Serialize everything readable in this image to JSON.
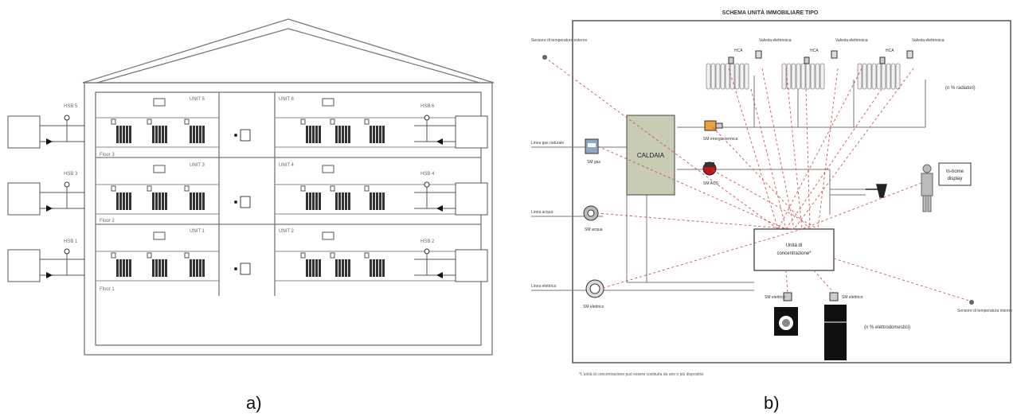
{
  "panel_a": {
    "caption": "a)",
    "hsubs": {
      "left": [
        "HSB 5",
        "HSB 3",
        "HSB 1"
      ],
      "right": [
        "HSB 6",
        "HSB 4",
        "HSB 2"
      ]
    },
    "units": {
      "left": [
        "UNIT 5",
        "UNIT 3",
        "UNIT 1"
      ],
      "right": [
        "UNIT 6",
        "UNIT 4",
        "UNIT 2"
      ]
    },
    "floors": [
      "Floor 3",
      "Floor 2",
      "Floor 1"
    ]
  },
  "panel_b": {
    "caption": "b)",
    "title": "SCHEMA UNITÀ IMMOBILIARE TIPO",
    "outdoor_sensor": "Sensore di temperatura esterno",
    "indoor_sensor": "Sensore di temperatura interno",
    "boiler": "CALDAIA",
    "gas_in": "Linea gas naturale",
    "water_in": "Linea acqua",
    "elec_in": "Linea elettrica",
    "sm_gas": "SM gas",
    "sm_water": "SM acqua",
    "sm_elec": "SM elettrico",
    "sm_thermal": "SM energia termica",
    "sm_acs": "SM ACS",
    "sm_elec_app1": "SM elettrico",
    "sm_elec_app2": "SM elettrico",
    "hca": [
      "HCA",
      "HCA",
      "HCA"
    ],
    "valve": [
      "Valvola elettronica",
      "Valvola elettronica",
      "Valvola elettronica"
    ],
    "n_radiators": "(n % radiatori)",
    "concentrator": [
      "Unità di",
      "concentrazione*"
    ],
    "display": [
      "In-home",
      "display"
    ],
    "n_appliances": "(n % elettrodomestici)",
    "footnote": "*L'unità di concentrazione può essere costituita da uno o più dispositivi"
  }
}
